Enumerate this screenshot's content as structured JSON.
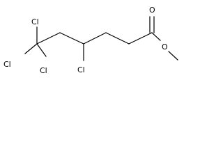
{
  "molecule": {
    "atoms": {
      "cl_top": "Cl",
      "cl_left": "Cl",
      "cl_bottom": "Cl",
      "cl_mid": "Cl",
      "oxygen_carbonyl": "O",
      "oxygen_ester": "O"
    }
  }
}
